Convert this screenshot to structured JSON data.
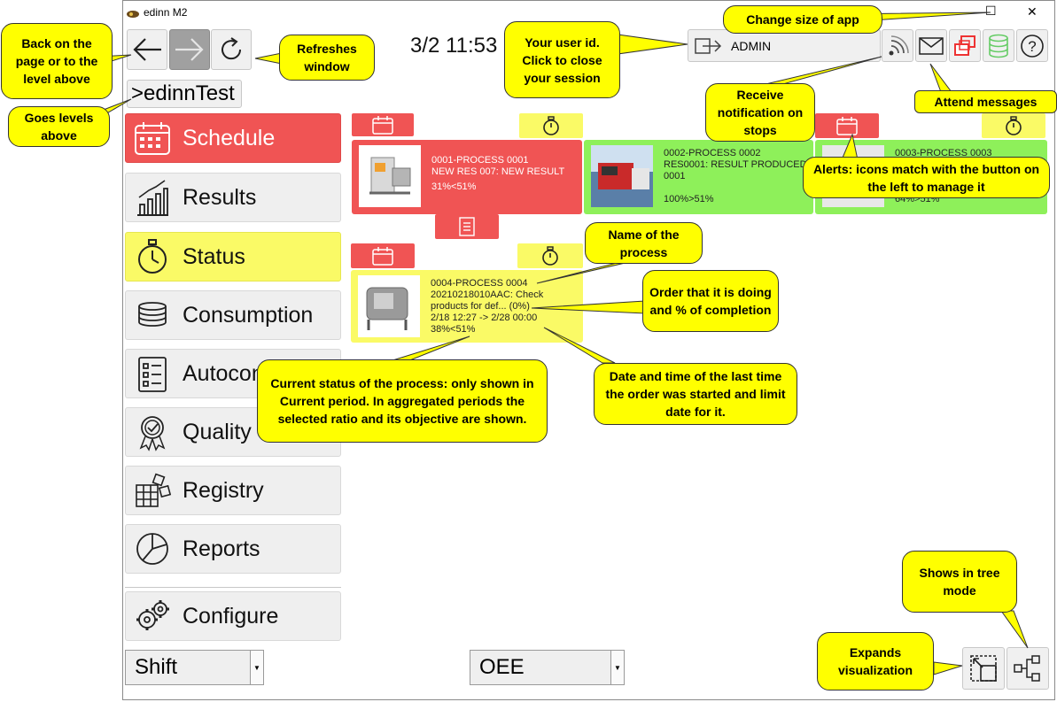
{
  "window": {
    "title": "edinn M2",
    "maximize": "☐",
    "close": "✕"
  },
  "header": {
    "datetime": "3/2 11:53",
    "user": "ADMIN"
  },
  "breadcrumb": ">edinnTest",
  "menu": [
    {
      "label": "Schedule"
    },
    {
      "label": "Results"
    },
    {
      "label": "Status"
    },
    {
      "label": "Consumption"
    },
    {
      "label": "Autocontrol"
    },
    {
      "label": "Quality"
    },
    {
      "label": "Registry"
    },
    {
      "label": "Reports"
    },
    {
      "label": "Configure"
    }
  ],
  "bottom": {
    "shift": "Shift",
    "kpi": "OEE"
  },
  "cards": [
    {
      "line1": "0001-PROCESS 0001",
      "line2": "NEW RES 007: NEW RESULT",
      "line3": "",
      "ratio": "31%<51%"
    },
    {
      "line1": "0002-PROCESS 0002",
      "line2": "RES0001: RESULT PRODUCED",
      "line3": "0001",
      "ratio": "100%>51%"
    },
    {
      "line1": "0003-PROCESS 0003",
      "line2": "",
      "line3": "",
      "ratio": "64%>51%"
    },
    {
      "line1": "0004-PROCESS 0004",
      "line2": "20210218010AAC: Check",
      "line3": "products for def... (0%)",
      "line4": "2/18 12:27 -> 2/28 00:00",
      "ratio": "38%<51%"
    }
  ],
  "notes": {
    "back": "Back on the page or to the level above",
    "refresh": "Refreshes window",
    "levels": "Goes levels above",
    "user": "Your user id. Click to close your session",
    "resize": "Change size of app",
    "messages": "Attend messages",
    "stops": "Receive notification on stops",
    "alerts": "Alerts: icons match with the button on the left to manage it",
    "name": "Name of the process",
    "order": "Order that it is doing and % of completion",
    "status": "Current status of the process: only shown in Current period. In aggregated periods the selected ratio and its objective are shown.",
    "date": "Date and time of the last time the order was started and limit date for it.",
    "tree": "Shows in tree mode",
    "expand": "Expands visualization"
  },
  "colors": {
    "alert_red": "#f05454",
    "status_yellow": "#fafa66",
    "ok_green": "#8ef05a",
    "note_yellow": "#ffff00"
  }
}
